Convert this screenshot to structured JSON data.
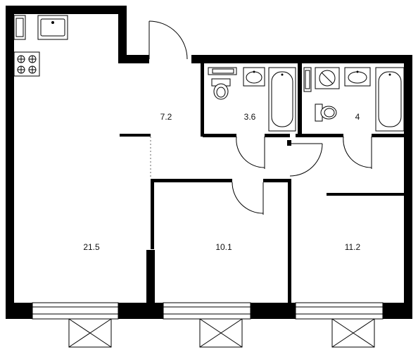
{
  "floor_plan": {
    "rooms": [
      {
        "id": "kitchen-living",
        "area": "21.5"
      },
      {
        "id": "hall",
        "area": "7.2"
      },
      {
        "id": "bathroom-1",
        "area": "3.6"
      },
      {
        "id": "bathroom-2",
        "area": "4"
      },
      {
        "id": "bedroom-1",
        "area": "10.1"
      },
      {
        "id": "bedroom-2",
        "area": "11.2"
      }
    ]
  }
}
